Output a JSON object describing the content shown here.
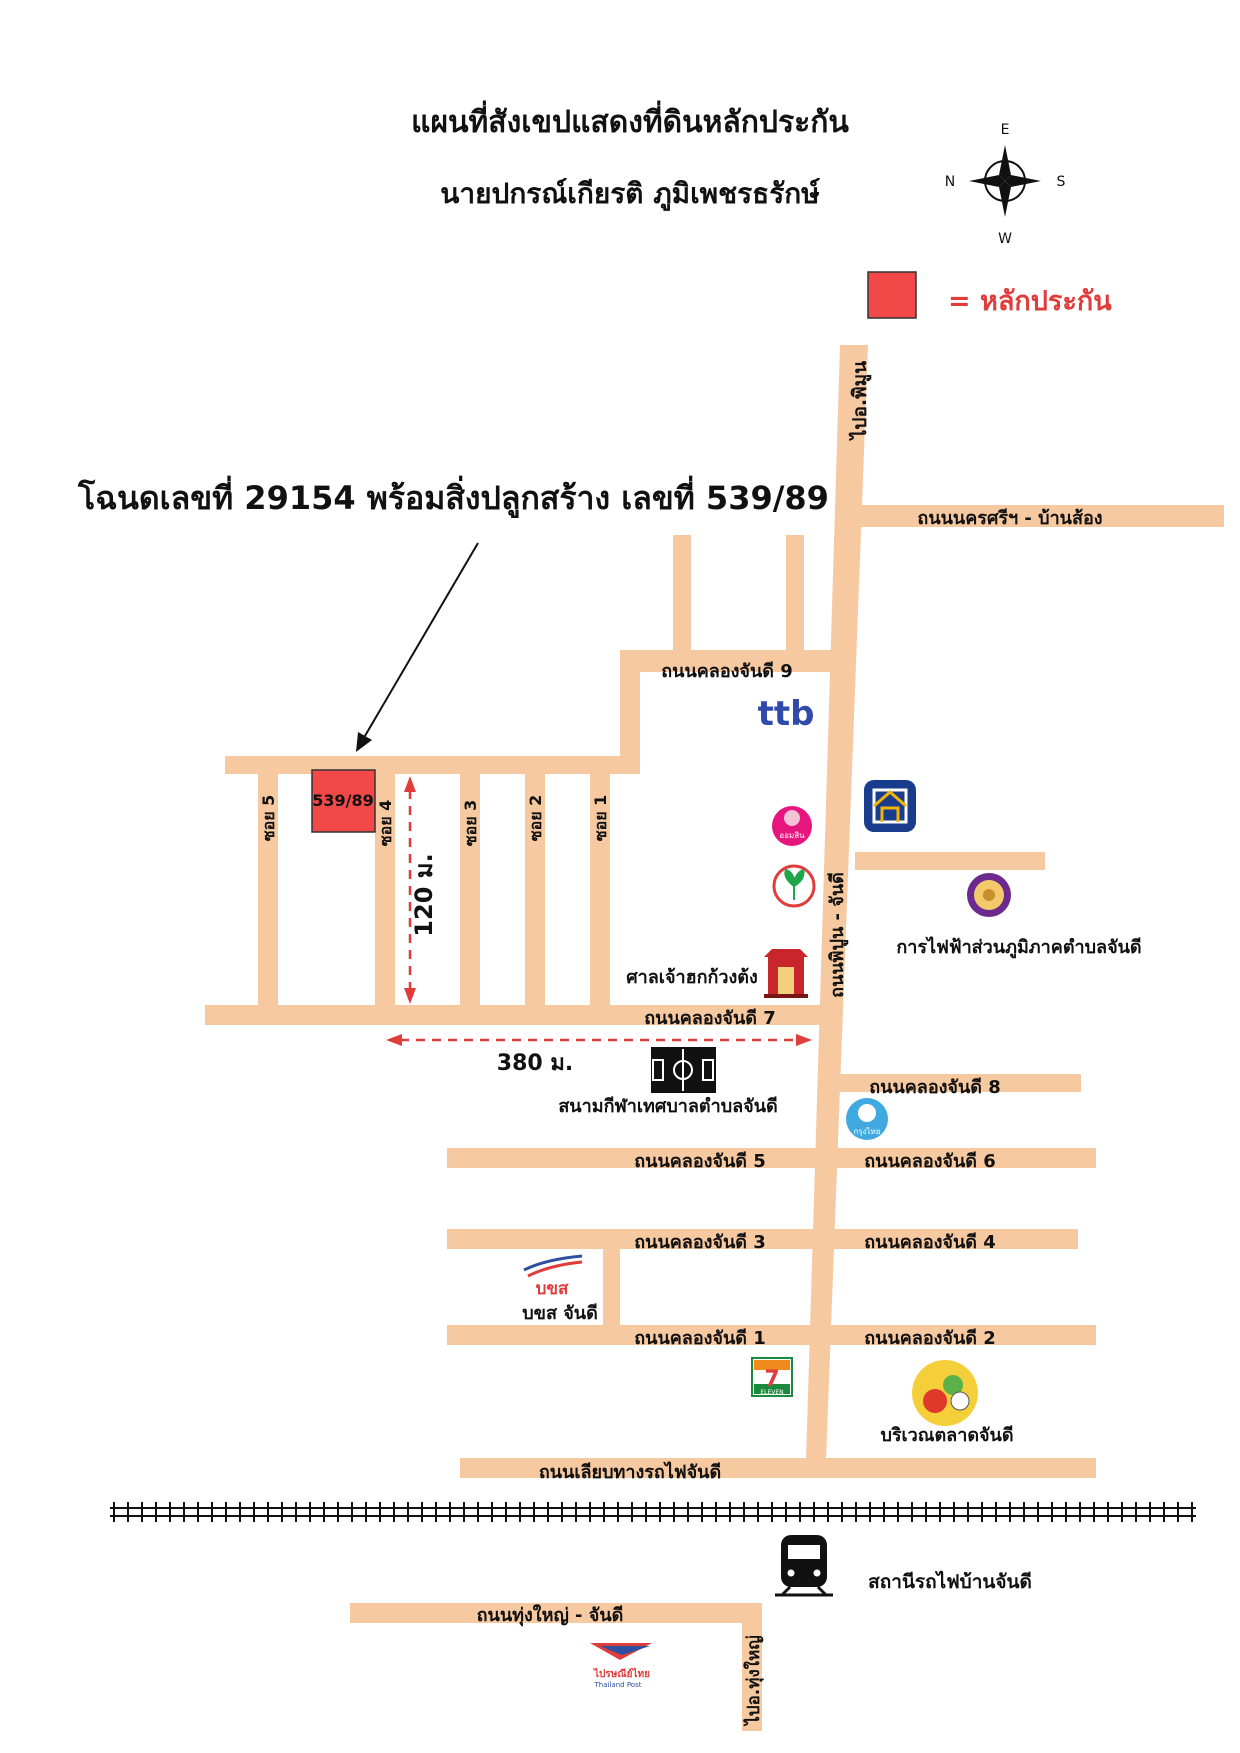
{
  "title": "แผนที่สังเขปแสดงที่ดินหลักประกัน",
  "owner": "นายปกรณ์เกียรติ  ภูมิเพชรธรักษ์",
  "compass": {
    "north": "N",
    "south": "S",
    "east": "E",
    "west": "W"
  },
  "legend": {
    "label": "= หลักประกัน",
    "color": "#f24848"
  },
  "deed_callout": {
    "prefix": "โฉนดเลขที่ ",
    "deed_no": "29154",
    "middle": " พร้อมสิ่งปลูกสร้าง  เลขที่ ",
    "house_no": "539/89"
  },
  "property_label": "539/89",
  "roads": {
    "to_phimun": "ไปอ.พิมูน",
    "nakhon_si_ban_song": "ถนนนครศรีฯ - บ้านส้อง",
    "klong_chandi_9": "ถนนคลองจันดี 9",
    "klong_chandi_7": "ถนนคลองจันดี 7",
    "klong_chandi_8": "ถนนคลองจันดี 8",
    "klong_chandi_5": "ถนนคลองจันดี 5",
    "klong_chandi_6": "ถนนคลองจันดี 6",
    "klong_chandi_3": "ถนนคลองจันดี 3",
    "klong_chandi_4": "ถนนคลองจันดี 4",
    "klong_chandi_1": "ถนนคลองจันดี 1",
    "klong_chandi_2": "ถนนคลองจันดี 2",
    "railway_side": "ถนนเลียบทางรถไฟจันดี",
    "phimun_chandi": "ถนนพิปูน - จันดี",
    "thung_yai_chandi": "ถนนทุ่งใหญ่ - จันดี",
    "to_thung_yai": "ไปอ.ทุ่งใหญ่",
    "soi_1": "ซอย 1",
    "soi_2": "ซอย 2",
    "soi_3": "ซอย 3",
    "soi_4": "ซอย 4",
    "soi_5": "ซอย 5"
  },
  "distances": {
    "vertical": "120 ม.",
    "horizontal": "380 ม."
  },
  "landmarks": {
    "pea": "การไฟฟ้าส่วนภูมิภาคตำบลจันดี",
    "shrine": "ศาลเจ้าฮกก้วงต้ง",
    "stadium": "สนามกีฬาเทศบาลตำบลจันดี",
    "bus_station": "บขส จันดี",
    "market": "บริเวณตลาดจันดี",
    "train_station": "สถานีรถไฟบ้านจันดี"
  },
  "logos": {
    "ttb": "ttb",
    "gsb": "ออมสิน",
    "ktb": "กรุงไทย",
    "bks": "บขส",
    "seven": "7",
    "seven_sub": "ELEVEN",
    "thaipost": "ไปรษณีย์ไทย",
    "thaipost_en": "Thailand Post"
  },
  "colors": {
    "road": "#f7c9a1",
    "collateral": "#f24848",
    "dashed": "#e03c3c",
    "legend_text": "#e03c3c"
  }
}
